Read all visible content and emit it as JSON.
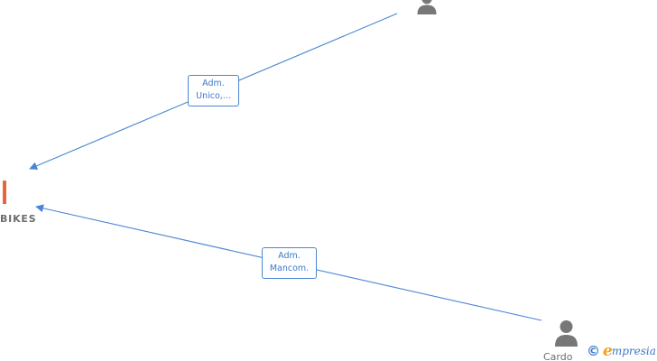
{
  "company": {
    "name": "BIKES",
    "icon": "building-icon",
    "accent_color": "#e8643a"
  },
  "people": [
    {
      "name": "",
      "icon": "person-icon"
    },
    {
      "name": "Cardo",
      "icon": "person-icon"
    }
  ],
  "relations": [
    {
      "from": "person-1",
      "to": "company",
      "label_line1": "Adm.",
      "label_line2": "Unico,..."
    },
    {
      "from": "person-2",
      "to": "company",
      "label_line1": "Adm.",
      "label_line2": "Mancom."
    }
  ],
  "watermark": {
    "symbol": "©",
    "brand_initial": "e",
    "brand_rest": "mpresia"
  },
  "colors": {
    "edge": "#4a86d4",
    "label_text": "#3b78c8",
    "node_gray": "#777777",
    "brand_orange": "#f0a21a"
  }
}
